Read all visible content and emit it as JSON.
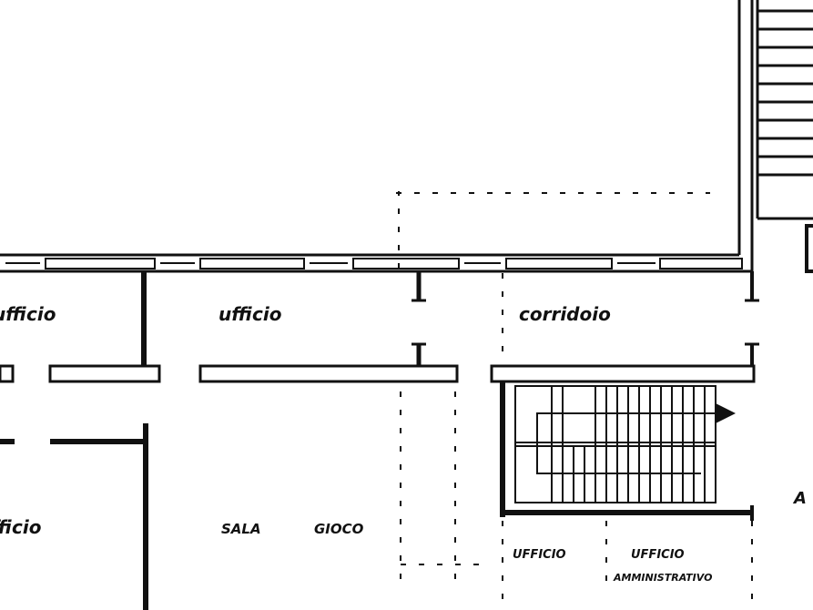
{
  "drawing": {
    "ink_color": "#111111",
    "paper_color": "#ffffff"
  },
  "rooms": {
    "office_left": "ufficio",
    "office_center": "ufficio",
    "corridor": "corridoio",
    "office_lower_left": "ufficio",
    "play_room_word1": "SALA",
    "play_room_word2": "GIOCO",
    "office_small": "UFFICIO",
    "admin_office_line1": "UFFICIO",
    "admin_office_line2": "AMMINISTRATIVO",
    "right_edge_fragment": "A"
  }
}
